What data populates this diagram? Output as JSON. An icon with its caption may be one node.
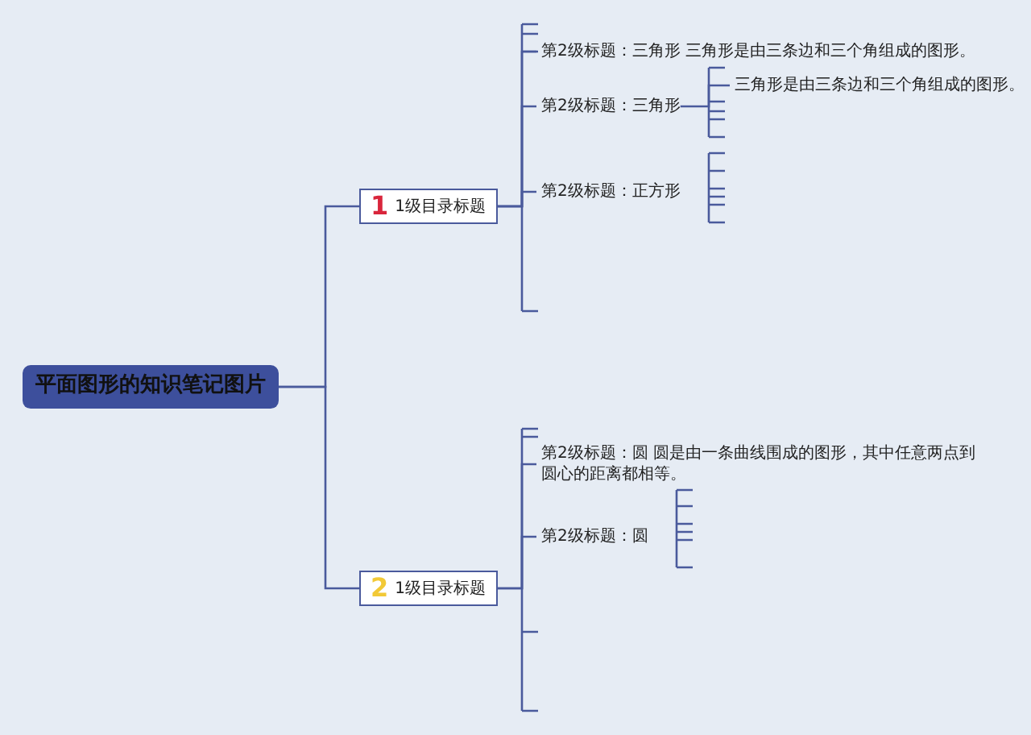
{
  "diagram": {
    "nodes": [
      {
        "text": [
          "平面图形的知识笔记图片"
        ]
      },
      {
        "text": [
          "1",
          "1级目录标题"
        ]
      },
      {
        "text": [
          "2",
          "1级目录标题"
        ]
      },
      {
        "text": [
          "第2级标题：三角形 三角形是由三条边和三个角组成的图形。"
        ]
      },
      {
        "text": [
          "第2级标题：三角形"
        ]
      },
      {
        "text": [
          "第2级标题：正方形"
        ]
      },
      {
        "text": [
          "第2级标题：圆 圆是由一条曲线围成的图形，其中任意两点到圆心的距离都相等。"
        ]
      },
      {
        "text": [
          "第2级标题：圆"
        ]
      },
      {
        "text": [
          "三角形是由三条边和三个角组成的图形。"
        ]
      }
    ],
    "edges": [
      {
        "from": 0,
        "to": 1,
        "arrow": "none"
      },
      {
        "from": 0,
        "to": 2,
        "arrow": "none"
      },
      {
        "from": 1,
        "to": 3,
        "arrow": "none"
      },
      {
        "from": 1,
        "to": 4,
        "arrow": "none"
      },
      {
        "from": 1,
        "to": 5,
        "arrow": "none"
      },
      {
        "from": 4,
        "to": 8,
        "arrow": "none"
      },
      {
        "from": 2,
        "to": 6,
        "arrow": "none"
      },
      {
        "from": 2,
        "to": 7,
        "arrow": "none"
      }
    ]
  }
}
